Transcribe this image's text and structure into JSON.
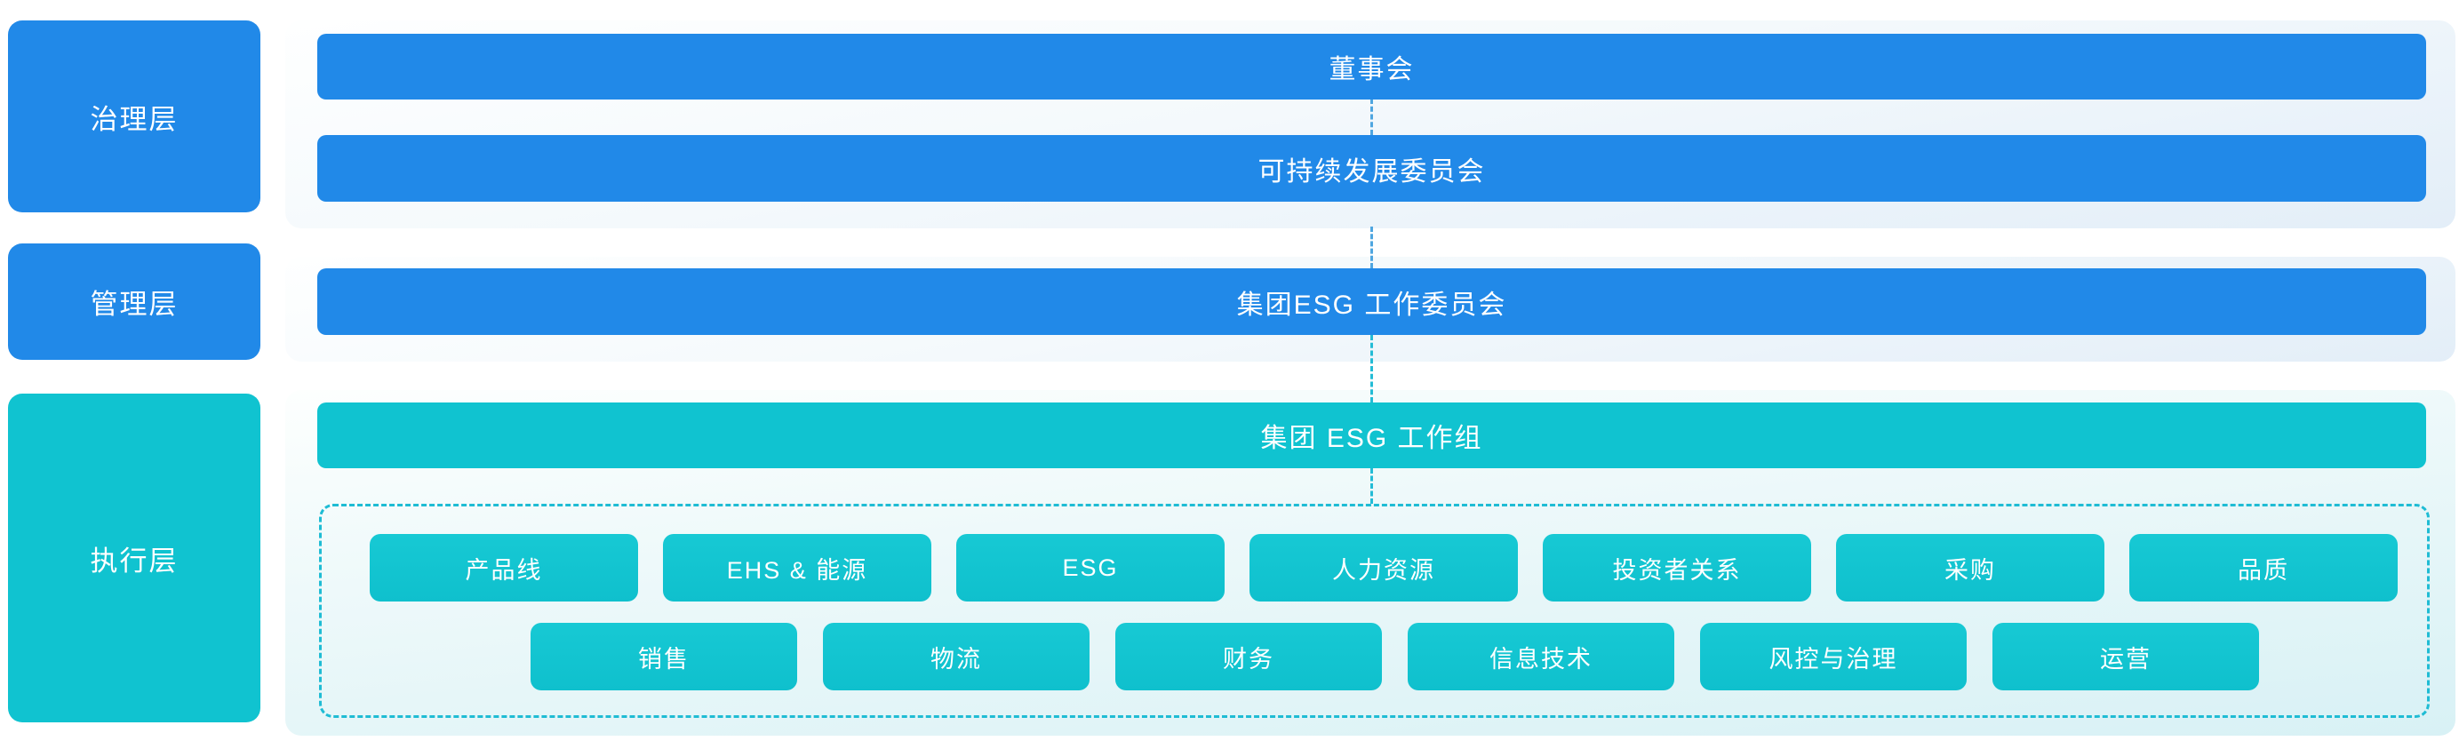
{
  "colors": {
    "bar_blue": "#2189E8",
    "bar_teal": "#10C3D0",
    "container_tint_blue": "#E3EEF8",
    "container_tint_teal": "#D8F1F5",
    "dashed_border": "#1FBCD4",
    "connector_blue": "#4FA6E0",
    "connector_teal": "#24BCD6",
    "text": "#FFFFFF"
  },
  "levels": {
    "governance": "治理层",
    "management": "管理层",
    "execution": "执行层"
  },
  "governance_row": {
    "board": "董事会",
    "sustainability_committee": "可持续发展委员会"
  },
  "management_row": {
    "esg_working_committee": "集团ESG 工作委员会"
  },
  "execution_row": {
    "esg_working_group": "集团 ESG 工作组",
    "departments_row1": [
      "产品线",
      "EHS & 能源",
      "ESG",
      "人力资源",
      "投资者关系",
      "采购",
      "品质"
    ],
    "departments_row2": [
      "销售",
      "物流",
      "财务",
      "信息技术",
      "风控与治理",
      "运营"
    ]
  }
}
